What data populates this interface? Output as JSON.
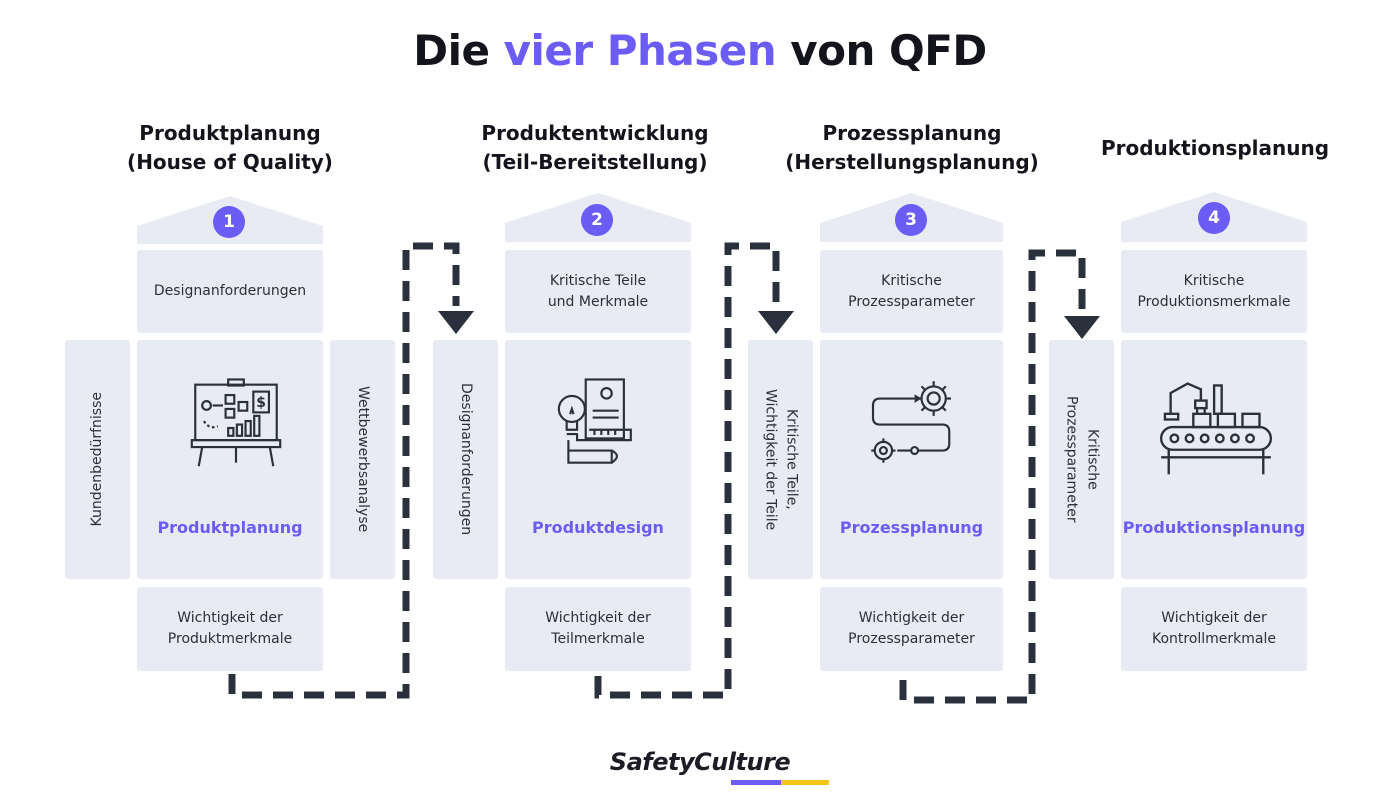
{
  "title": {
    "part1": "Die ",
    "highlight": "vier Phasen",
    "part2": " von QFD"
  },
  "colors": {
    "accent": "#6a5cf5",
    "box": "#e8ebf3",
    "dark": "#2b313c"
  },
  "phases": [
    {
      "number": "1",
      "heading_line1": "Produktplanung",
      "heading_line2": "(House of Quality)",
      "top": "Designanforderungen",
      "main_label": "Produktplanung",
      "bottom": "Wichtigkeit der\nProduktmerkmale",
      "left_side": "Kundenbedürfnisse",
      "right_side": "Wettbewerbsanalyse",
      "icon": "presentation-board-icon"
    },
    {
      "number": "2",
      "heading_line1": "Produktentwicklung",
      "heading_line2": "(Teil-Bereitstellung)",
      "top": "Kritische Teile\nund Merkmale",
      "main_label": "Produktdesign",
      "bottom": "Wichtigkeit der\nTeilmerkmale",
      "left_side": "Designanforderungen",
      "icon": "lightbulb-design-icon"
    },
    {
      "number": "3",
      "heading_line1": "Prozessplanung",
      "heading_line2": "(Herstellungsplanung)",
      "top": "Kritische\nProzessparameter",
      "main_label": "Prozessplanung",
      "bottom": "Wichtigkeit der\nProzessparameter",
      "left_side": "Kritische Teile,\nWichtigkeit der Teile",
      "icon": "gears-process-icon"
    },
    {
      "number": "4",
      "heading_line1": "Produktionsplanung",
      "top": "Kritische\nProduktionsmerkmale",
      "main_label": "Produktionsplanung",
      "bottom": "Wichtigkeit der\nKontrollmerkmale",
      "left_side": "Kritische\nProzessparameter",
      "icon": "conveyor-robot-icon"
    }
  ],
  "brand": {
    "part1": "Safety",
    "part2": "Culture"
  }
}
